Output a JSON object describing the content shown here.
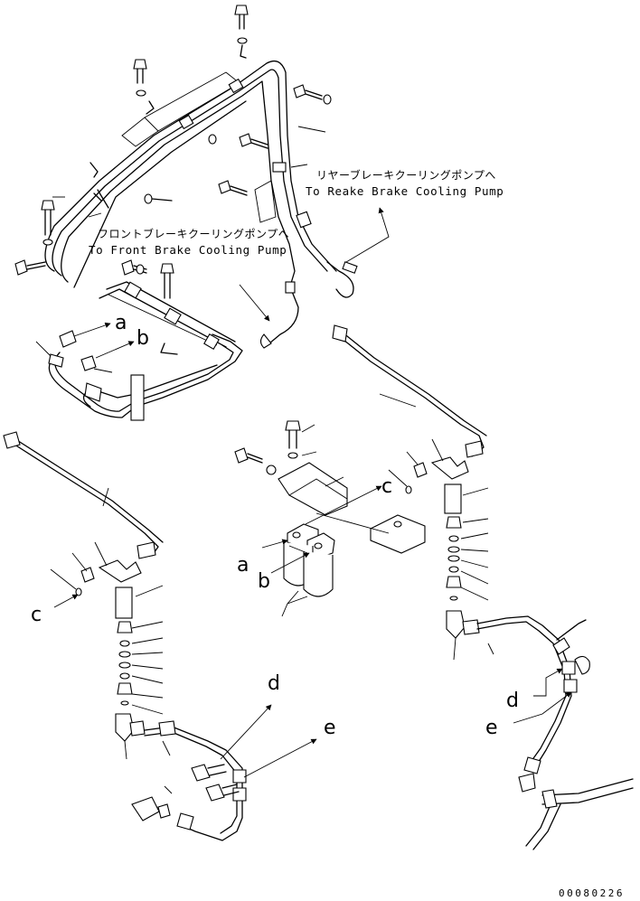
{
  "annotations": {
    "rear_brake_jp": "リヤーブレーキクーリングポンプへ",
    "rear_brake_en": "To Reake Brake Cooling Pump",
    "front_brake_jp": "フロントブレーキクーリングポンプへ",
    "front_brake_en": "To Front Brake Cooling Pump"
  },
  "callouts": {
    "a_top": "a",
    "b_top": "b",
    "c_mid": "c",
    "a_mid": "a",
    "b_mid": "b",
    "c_left": "c",
    "d_left": "d",
    "e_left": "e",
    "d_right": "d",
    "e_right": "e"
  },
  "document_number": "00080226"
}
